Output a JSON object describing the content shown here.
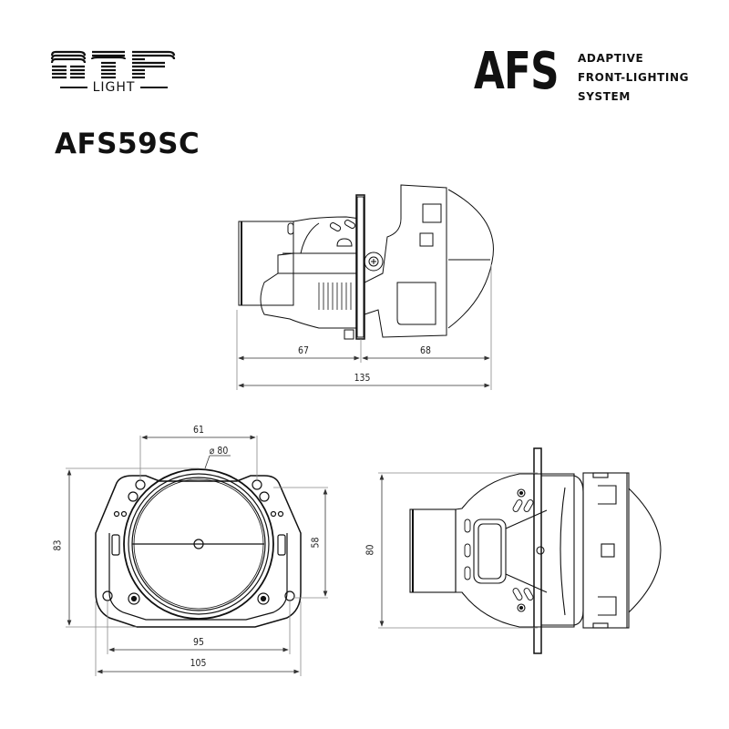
{
  "header": {
    "brand": {
      "logo_text": "MTF",
      "sub_text": "LIGHT"
    },
    "afs": {
      "mark": "AFS",
      "lines": [
        "ADAPTIVE",
        "FRONT-LIGHTING",
        "SYSTEM"
      ]
    },
    "model": "AFS59SC"
  },
  "views": {
    "side_view": {
      "dimensions": {
        "rear": "67",
        "front": "68",
        "total": "135"
      }
    },
    "front_view": {
      "dimensions": {
        "hole_spacing_top": "61",
        "lens_diameter": "⌀ 80",
        "height": "83",
        "hole_spacing_vertical": "58",
        "hole_spacing_bottom": "95",
        "width": "105"
      }
    },
    "top_view": {
      "dimensions": {
        "height": "80"
      }
    }
  },
  "colors": {
    "line": "#111111",
    "dimension_line": "#888888",
    "background": "#ffffff"
  }
}
